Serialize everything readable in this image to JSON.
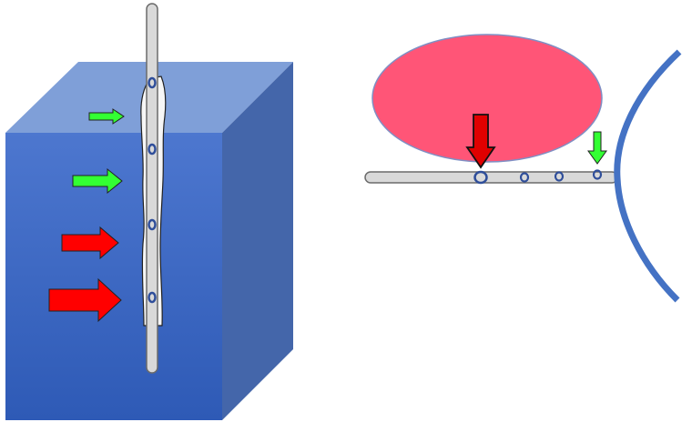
{
  "colors": {
    "background": "#ffffff",
    "cube_front_top": "#4a74cc",
    "cube_front_bottom": "#2f5cb8",
    "cube_top": "#7f9fd8",
    "cube_side": "#4466aa",
    "rod_fill": "#d9d9d9",
    "rod_stroke": "#6b6b6b",
    "sheath_fill": "#f6f6f6",
    "port_ring": "#2f4e9a",
    "arrow_green": "#33ff33",
    "arrow_red": "#ff0000",
    "ellipse_fill": "#ff5577",
    "ellipse_stroke": "#7f8fc4",
    "curve_blue": "#4472c4"
  },
  "left_diagram": {
    "ports": 4,
    "arrows_top_to_bottom": [
      "small-green",
      "green",
      "red",
      "large-red"
    ]
  },
  "right_diagram": {
    "ports": 4,
    "arrows": [
      "large-red-down",
      "small-green-down"
    ]
  }
}
